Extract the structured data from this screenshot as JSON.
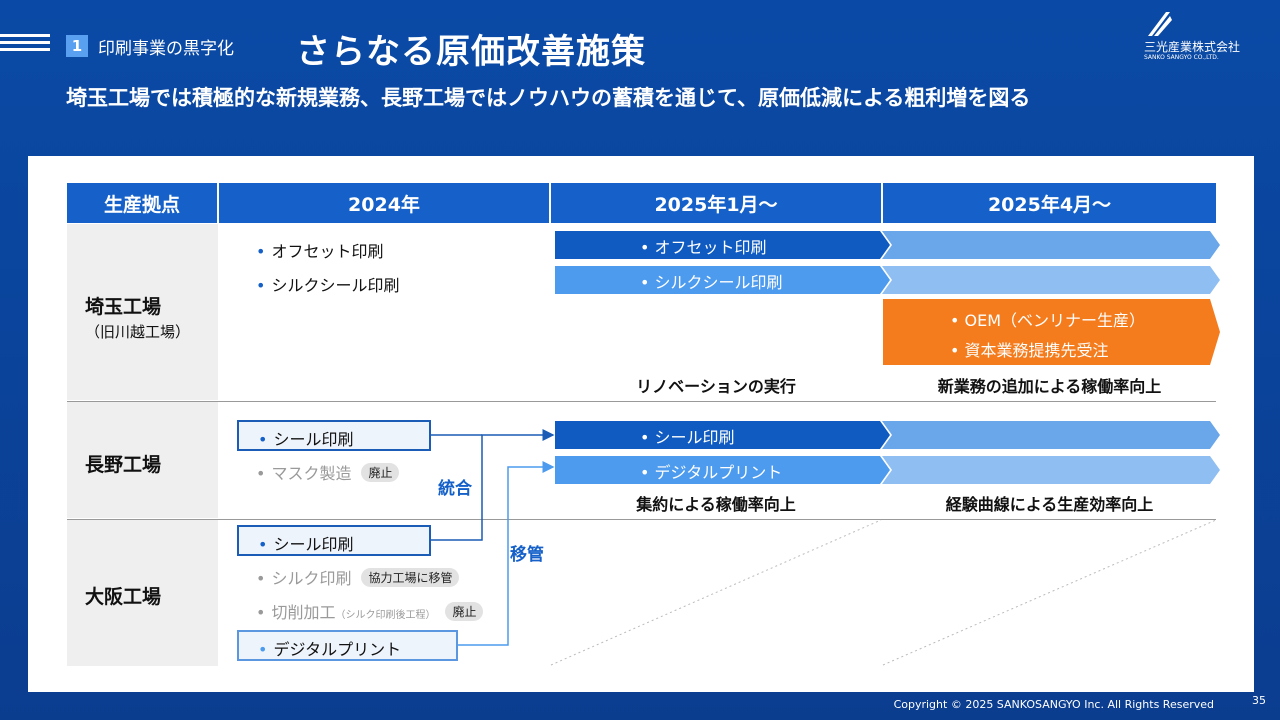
{
  "section": {
    "number": "1",
    "label": "印刷事業の黒字化"
  },
  "title": "さらなる原価改善施策",
  "subtitle": "埼玉工場では積極的な新規業務、長野工場ではノウハウの蓄積を通じて、原価低減による粗利増を図る",
  "logo": {
    "name_jp": "三光産業株式会社",
    "name_en": "SANKO SANGYO CO.,LTD."
  },
  "table": {
    "headers": [
      "生産拠点",
      "2024年",
      "2025年1月～",
      "2025年4月～"
    ],
    "saitama": {
      "name": "埼玉工場",
      "sub": "（旧川越工場）",
      "items_2024": [
        "オフセット印刷",
        "シルクシール印刷"
      ],
      "bars": [
        "オフセット印刷",
        "シルクシール印刷"
      ],
      "new_bar": [
        "OEM（ベンリナー生産）",
        "資本業務提携先受注"
      ],
      "caption_1": "リノベーションの実行",
      "caption_2": "新業務の追加による稼働率向上"
    },
    "nagano": {
      "name": "長野工場",
      "item_1": "シール印刷",
      "item_2": "マスク製造",
      "badge_2": "廃止",
      "bars": [
        "シール印刷",
        "デジタルプリント"
      ],
      "caption_1": "集約による稼働率向上",
      "caption_2": "経験曲線による生産効率向上"
    },
    "osaka": {
      "name": "大阪工場",
      "item_1": "シール印刷",
      "item_2": "シルク印刷",
      "badge_2": "協力工場に移管",
      "item_3": "切削加工",
      "item_3_note": "（シルク印刷後工程）",
      "badge_3": "廃止",
      "item_4": "デジタルプリント"
    },
    "label_merge": "統合",
    "label_transfer": "移管"
  },
  "colors": {
    "dark_blue": "#0f5bc2",
    "mid_blue": "#4d9bee",
    "light_blue": "#8fbef2",
    "orange": "#f57c1c"
  },
  "footer": {
    "copyright": "Copyright © 2025  SANKOSANGYO Inc. All Rights Reserved",
    "page": "35"
  }
}
